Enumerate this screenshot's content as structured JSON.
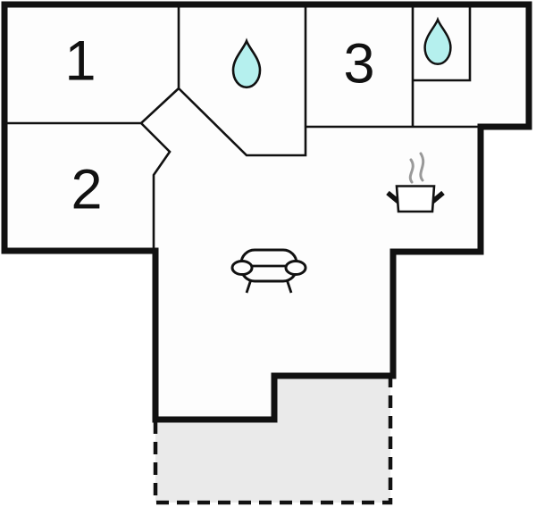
{
  "floorplan": {
    "title": "apartment floor plan",
    "rooms": [
      {
        "label": "1"
      },
      {
        "label": "2"
      },
      {
        "label": "3"
      }
    ],
    "icons": [
      "water-drop-icon (bathroom, top middle room)",
      "water-drop-icon (bathroom, top right small room)",
      "cooking-pot-icon (kitchen area)",
      "sofa-icon (living area)"
    ],
    "terrace": {
      "style": "dashed outline, gray fill"
    },
    "colors": {
      "wall": "#111111",
      "room_fill": "#fdfdfd",
      "water": "#b5f0ee",
      "terrace": "#eaeaea",
      "steam": "#999999",
      "background": "#ffffff"
    }
  }
}
